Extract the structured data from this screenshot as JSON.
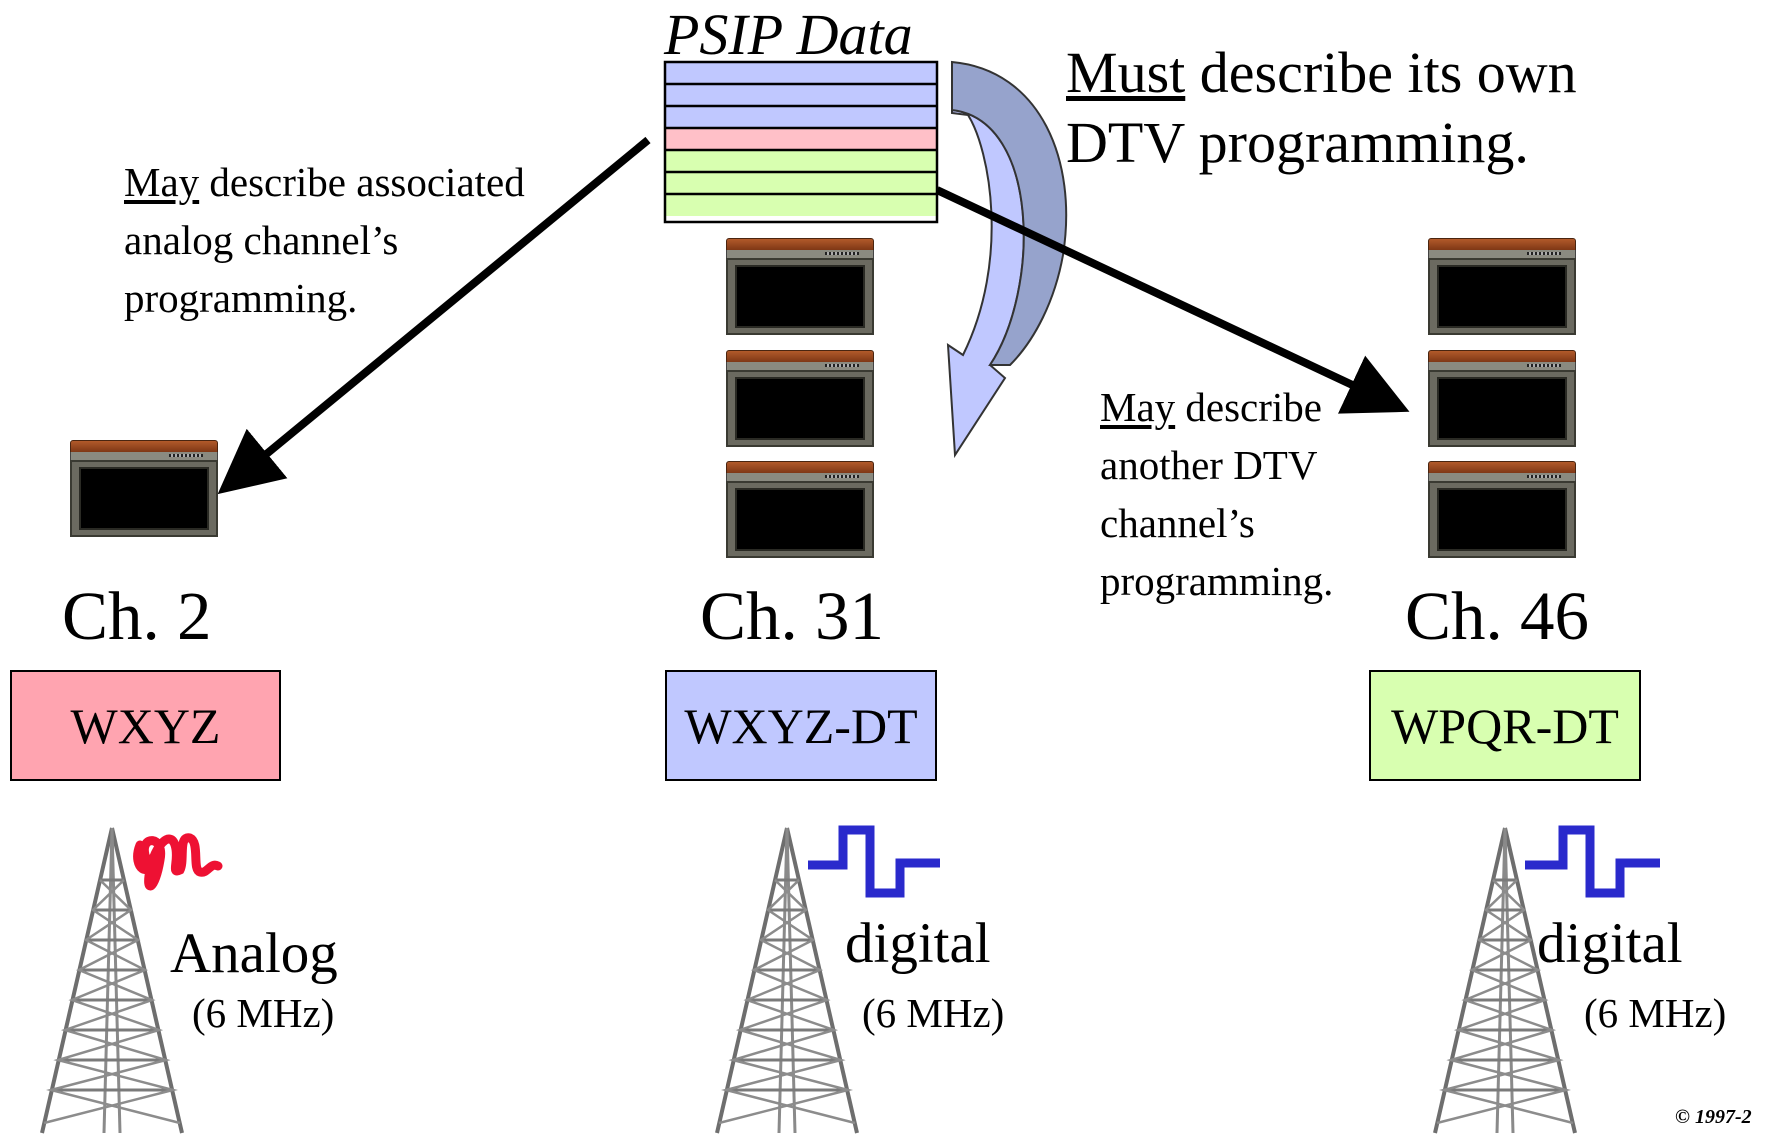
{
  "title": "PSIP Data",
  "psip_table": {
    "rows": [
      {
        "color": "#c0c8ff"
      },
      {
        "color": "#c0c8ff"
      },
      {
        "color": "#c0c8ff"
      },
      {
        "color": "#ffc0c8"
      },
      {
        "color": "#d8ffb0"
      },
      {
        "color": "#d8ffb0"
      },
      {
        "color": "#d8ffb0"
      }
    ]
  },
  "notes": {
    "must": {
      "emphasis": "Must",
      "line1_rest": " describe its own",
      "line2": "DTV programming."
    },
    "analog": {
      "emphasis": "May",
      "line1_rest": " describe associated",
      "line2": "analog channel’s",
      "line3": "programming."
    },
    "other_dtv": {
      "emphasis": "May",
      "line1_rest": " describe",
      "line2": "another DTV",
      "line3": "channel’s",
      "line4": "programming."
    }
  },
  "channels": [
    {
      "channel": "Ch. 2",
      "station": "WXYZ",
      "station_color": "#ffa4b0",
      "signal": "Analog",
      "bandwidth": "(6 MHz)",
      "waveform": "analog-wave-icon",
      "wave_color": "#ee1133"
    },
    {
      "channel": "Ch. 31",
      "station": "WXYZ-DT",
      "station_color": "#c0c8ff",
      "signal": "digital",
      "bandwidth": "(6 MHz)",
      "waveform": "digital-pulse-icon",
      "wave_color": "#2a2acc"
    },
    {
      "channel": "Ch. 46",
      "station": "WPQR-DT",
      "station_color": "#d8ffb0",
      "signal": "digital",
      "bandwidth": "(6 MHz)",
      "waveform": "digital-pulse-icon",
      "wave_color": "#2a2acc"
    }
  ],
  "copyright": "© 1997-2"
}
